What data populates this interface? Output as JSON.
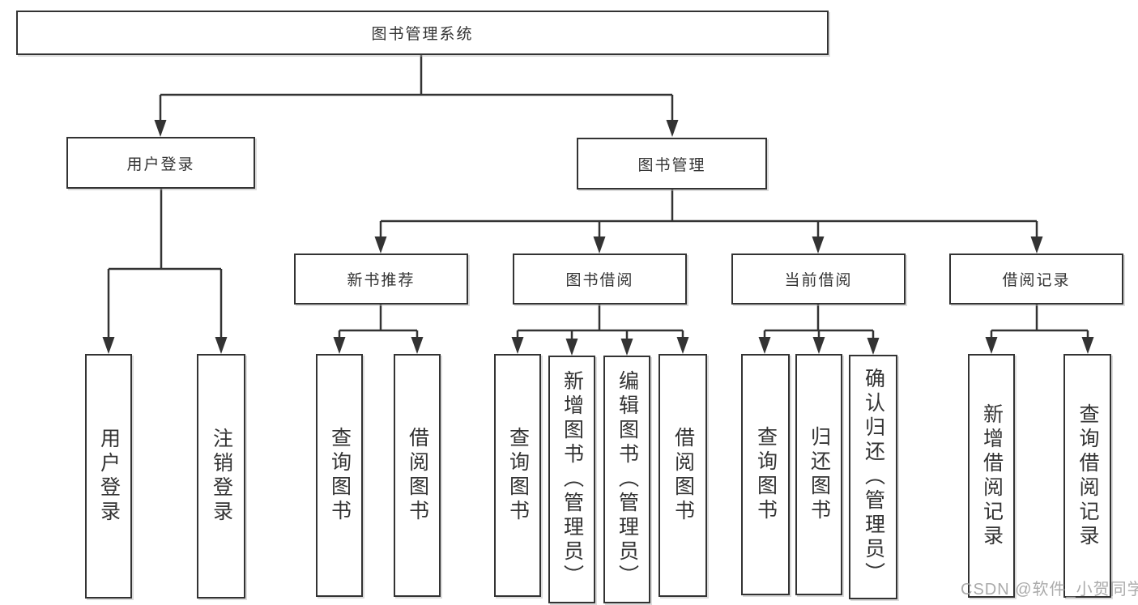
{
  "colors": {
    "line": "#333333",
    "box_border": "#333333",
    "box_background": "#ffffff",
    "text": "#333333",
    "watermark": "#a2a2a2",
    "page_background": "#ffffff"
  },
  "tree": {
    "root": {
      "label": "图书管理系统"
    },
    "level2": [
      {
        "label": "用户登录",
        "leaves": [
          "用户登录",
          "注销登录"
        ]
      },
      {
        "label": "图书管理",
        "groups": [
          {
            "label": "新书推荐",
            "leaves": [
              "查询图书",
              "借阅图书"
            ]
          },
          {
            "label": "图书借阅",
            "leaves": [
              "查询图书",
              "新增图书（管理员）",
              "编辑图书（管理员）",
              "借阅图书"
            ]
          },
          {
            "label": "当前借阅",
            "leaves": [
              "查询图书",
              "归还图书",
              "确认归还（管理员）"
            ]
          },
          {
            "label": "借阅记录",
            "leaves": [
              "新增借阅记录",
              "查询借阅记录"
            ]
          }
        ]
      }
    ]
  },
  "watermark": {
    "text": "CSDN @软件_小贺同学"
  }
}
